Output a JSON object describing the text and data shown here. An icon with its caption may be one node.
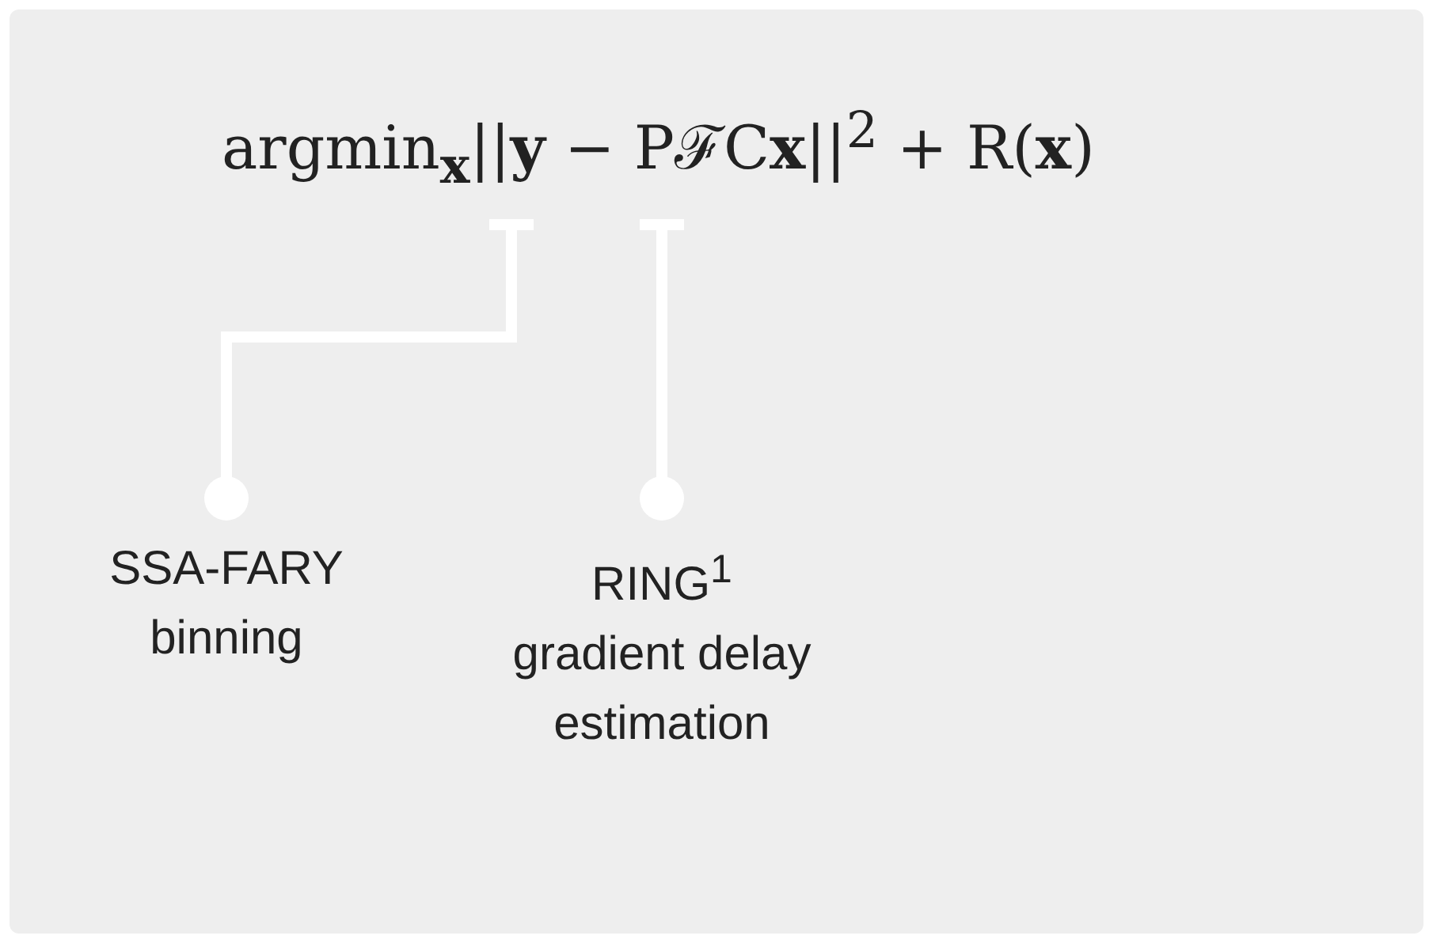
{
  "diagram": {
    "nodes": [
      {
        "text": [
          "SSA-FARY",
          "binning"
        ]
      },
      {
        "text": [
          "RING$^{1}$",
          "gradient delay estimation"
        ]
      }
    ],
    "edges": [
      {
        "from": 0,
        "to": null,
        "arrow": "other"
      },
      {
        "from": 1,
        "to": null,
        "arrow": "other"
      }
    ],
    "labels": [
      "argmin$_{x}$||**y** − PℱC**x**||$^{2}$ + R(**x**)"
    ]
  }
}
